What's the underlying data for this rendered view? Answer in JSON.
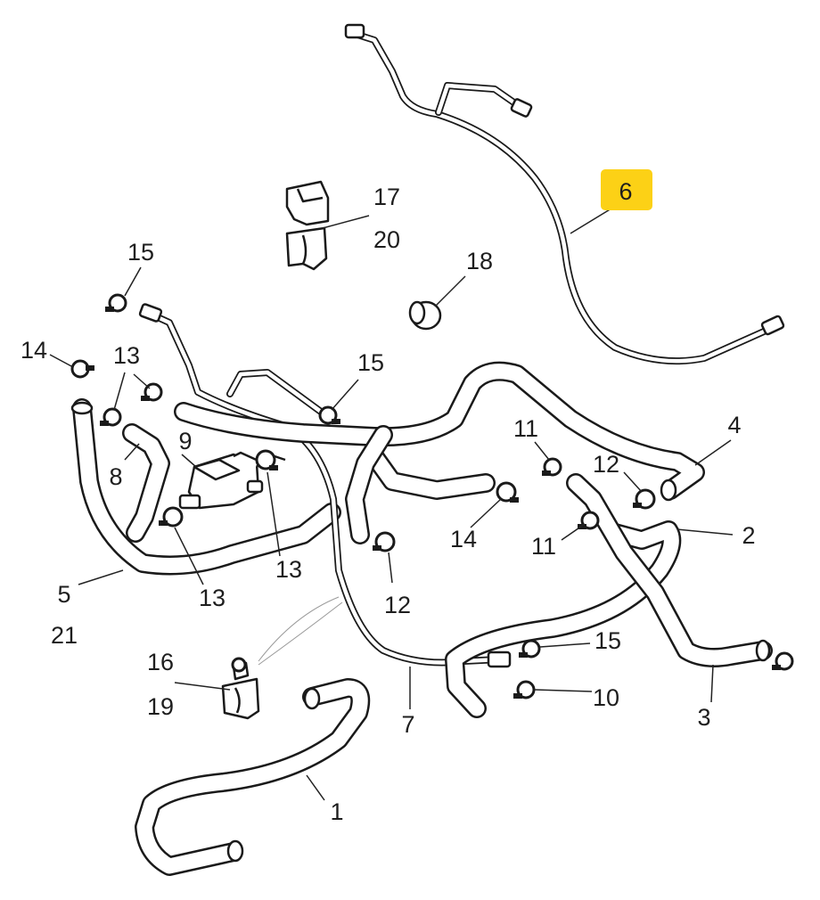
{
  "diagram": {
    "callouts": [
      {
        "id": "c1",
        "label": "1"
      },
      {
        "id": "c2",
        "label": "2"
      },
      {
        "id": "c3",
        "label": "3"
      },
      {
        "id": "c4",
        "label": "4"
      },
      {
        "id": "c5",
        "label": "5"
      },
      {
        "id": "c6",
        "label": "6",
        "highlighted": true
      },
      {
        "id": "c7",
        "label": "7"
      },
      {
        "id": "c8",
        "label": "8"
      },
      {
        "id": "c9",
        "label": "9"
      },
      {
        "id": "c10",
        "label": "10"
      },
      {
        "id": "c11a",
        "label": "11"
      },
      {
        "id": "c11b",
        "label": "11"
      },
      {
        "id": "c12a",
        "label": "12"
      },
      {
        "id": "c12b",
        "label": "12"
      },
      {
        "id": "c13a",
        "label": "13"
      },
      {
        "id": "c13b",
        "label": "13"
      },
      {
        "id": "c13c",
        "label": "13"
      },
      {
        "id": "c14a",
        "label": "14"
      },
      {
        "id": "c14b",
        "label": "14"
      },
      {
        "id": "c15a",
        "label": "15"
      },
      {
        "id": "c15b",
        "label": "15"
      },
      {
        "id": "c15c",
        "label": "15"
      },
      {
        "id": "c16",
        "label": "16"
      },
      {
        "id": "c17",
        "label": "17"
      },
      {
        "id": "c18",
        "label": "18"
      },
      {
        "id": "c19",
        "label": "19"
      },
      {
        "id": "c20",
        "label": "20"
      },
      {
        "id": "c21",
        "label": "21"
      }
    ],
    "highlight_color": "#fcd116",
    "line_color": "#1a1a1a"
  }
}
